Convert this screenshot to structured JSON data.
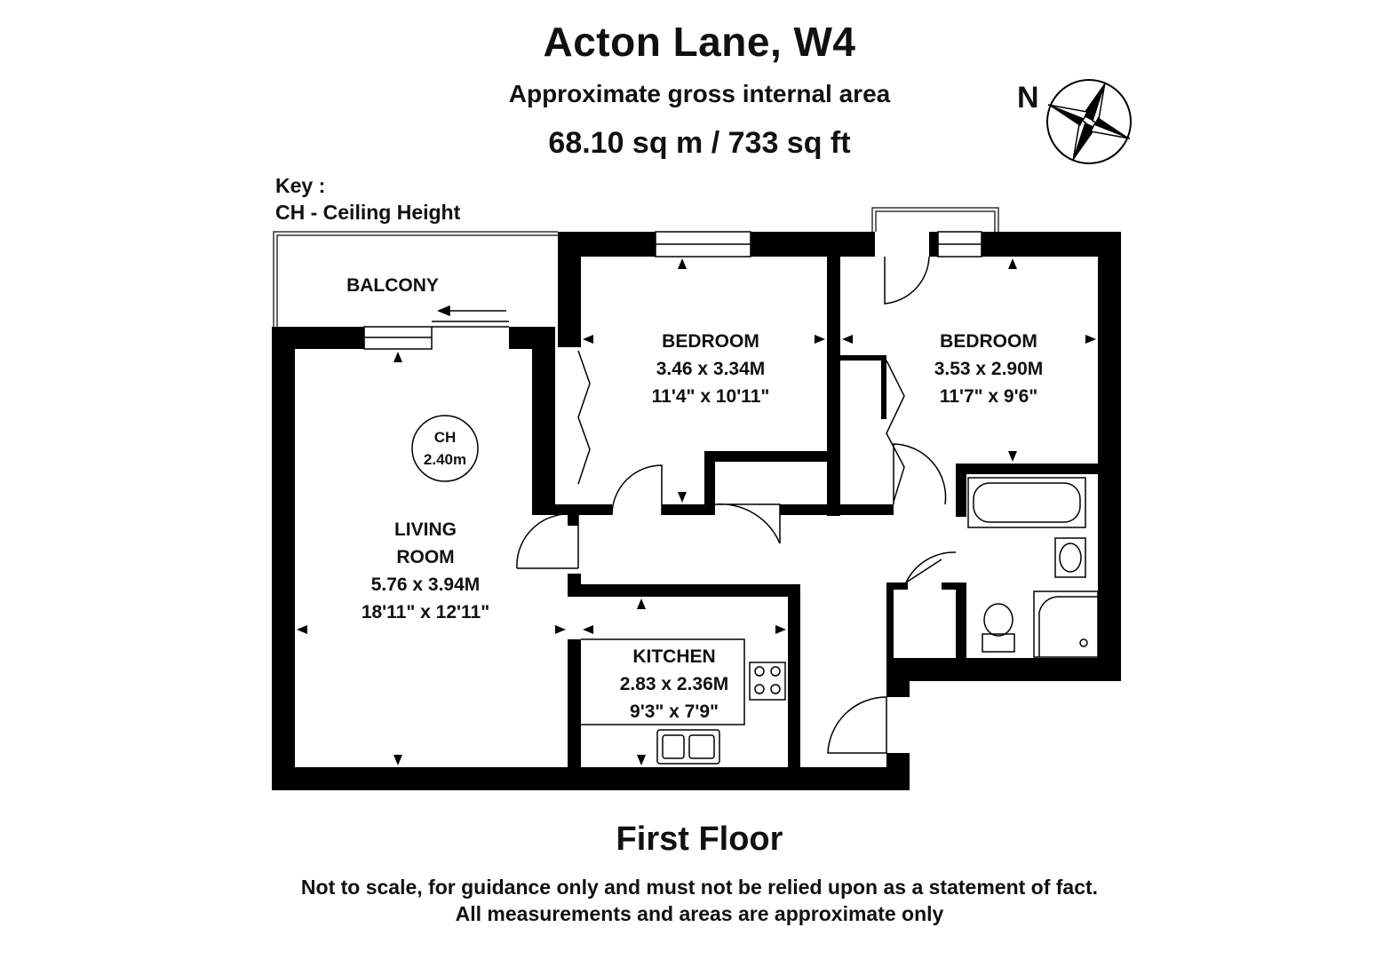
{
  "header": {
    "title": "Acton Lane, W4",
    "subtitle": "Approximate gross internal area",
    "area": "68.10 sq m /  733 sq ft"
  },
  "key": {
    "heading": "Key :",
    "entry": "CH - Ceiling Height"
  },
  "compass": {
    "label": "N"
  },
  "rooms": {
    "balcony": {
      "name": "BALCONY"
    },
    "living": {
      "name_line1": "LIVING",
      "name_line2": "ROOM",
      "metric": "5.76 x 3.94M",
      "imperial": "18'11\" x 12'11\""
    },
    "bedroom1": {
      "name": "BEDROOM",
      "metric": "3.46 x 3.34M",
      "imperial": "11'4\" x 10'11\""
    },
    "bedroom2": {
      "name": "BEDROOM",
      "metric": "3.53 x 2.90M",
      "imperial": "11'7\" x 9'6\""
    },
    "kitchen": {
      "name": "KITCHEN",
      "metric": "2.83 x 2.36M",
      "imperial": "9'3\" x 7'9\""
    }
  },
  "ceiling": {
    "label": "CH",
    "value": "2.40m"
  },
  "footer": {
    "floor": "First Floor",
    "disclaimer1": "Not to scale, for guidance only and must not be relied upon as a statement of fact.",
    "disclaimer2": "All measurements and areas are approximate only"
  },
  "colors": {
    "wall": "#000000",
    "background": "#ffffff"
  }
}
